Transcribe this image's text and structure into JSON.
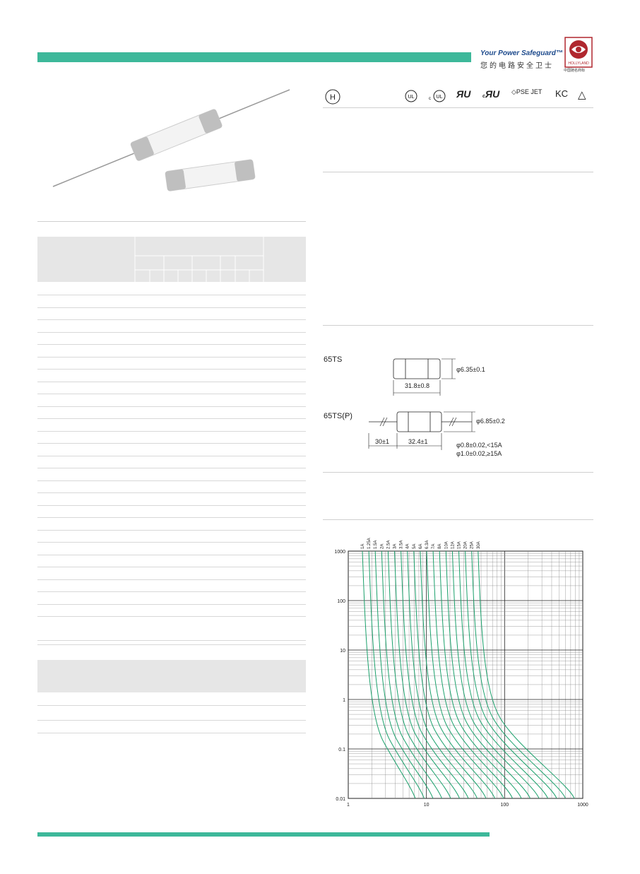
{
  "header": {
    "tagline": "Your Power Safeguard™",
    "tagline_cn": "您的电路安全卫士",
    "brand": "HOLLYLAND",
    "brand_sub": "中国驰名商标"
  },
  "certifications": [
    "H",
    "UL",
    "cUL",
    "RU",
    "cRU",
    "PSE JET",
    "KC",
    "△"
  ],
  "dimensions": {
    "model_1": "65TS",
    "model_1_diameter": "φ6.35±0.1",
    "model_1_length": "31.8±0.8",
    "model_2": "65TS(P)",
    "model_2_diameter": "φ6.85±0.2",
    "model_2_lead": "30±1",
    "model_2_length": "32.4±1",
    "lead_note_1": "φ0.8±0.02,<15A",
    "lead_note_2": "φ1.0±0.02,≥15A"
  },
  "curve_chart": {
    "labels": [
      "1A",
      "1.25A",
      "1.5A",
      "2A",
      "2.5A",
      "3A",
      "3.5A",
      "4A",
      "5A",
      "6A",
      "6.3A",
      "7A",
      "8A",
      "10A",
      "12A",
      "15A",
      "20A",
      "25A",
      "30A"
    ],
    "y_ticks": [
      "1000",
      "100",
      "10",
      "1",
      "0.1",
      "0.01"
    ],
    "x_ticks": [
      "1",
      "10",
      "100",
      "1000"
    ],
    "curve_color": "#1aa06b"
  }
}
